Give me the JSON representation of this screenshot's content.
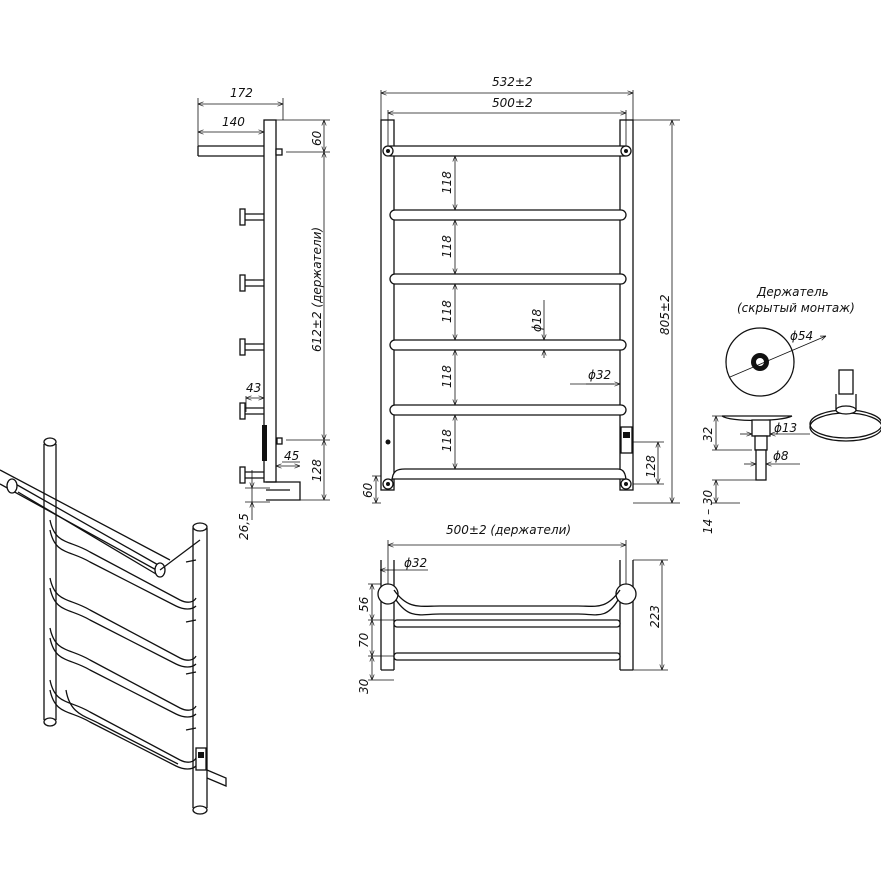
{
  "side_view": {
    "dim_172": "172",
    "dim_140": "140",
    "dim_60_top": "60",
    "dim_612": "612±2 (держатели)",
    "dim_43": "43",
    "dim_45": "45",
    "dim_128": "128",
    "dim_26_5": "26,5"
  },
  "front_view": {
    "dim_532": "532±2",
    "dim_500": "500±2",
    "dim_805": "805±2",
    "dim_118_1": "118",
    "dim_118_2": "118",
    "dim_118_3": "118",
    "dim_118_4": "118",
    "dim_118_5": "118",
    "dim_d18": "ϕ18",
    "dim_d32": "ϕ32",
    "dim_128": "128",
    "dim_60_bottom": "60"
  },
  "holder": {
    "title_line1": "Держатель",
    "title_line2": "(скрытый монтаж)",
    "dim_d54": "ϕ54",
    "dim_d13": "ϕ13",
    "dim_d8": "ϕ8",
    "dim_32": "32",
    "dim_14_30": "14 – 30"
  },
  "top_view": {
    "dim_500_holders": "500±2 (держатели)",
    "dim_d32": "ϕ32",
    "dim_56": "56",
    "dim_70": "70",
    "dim_30": "30",
    "dim_223": "223"
  }
}
